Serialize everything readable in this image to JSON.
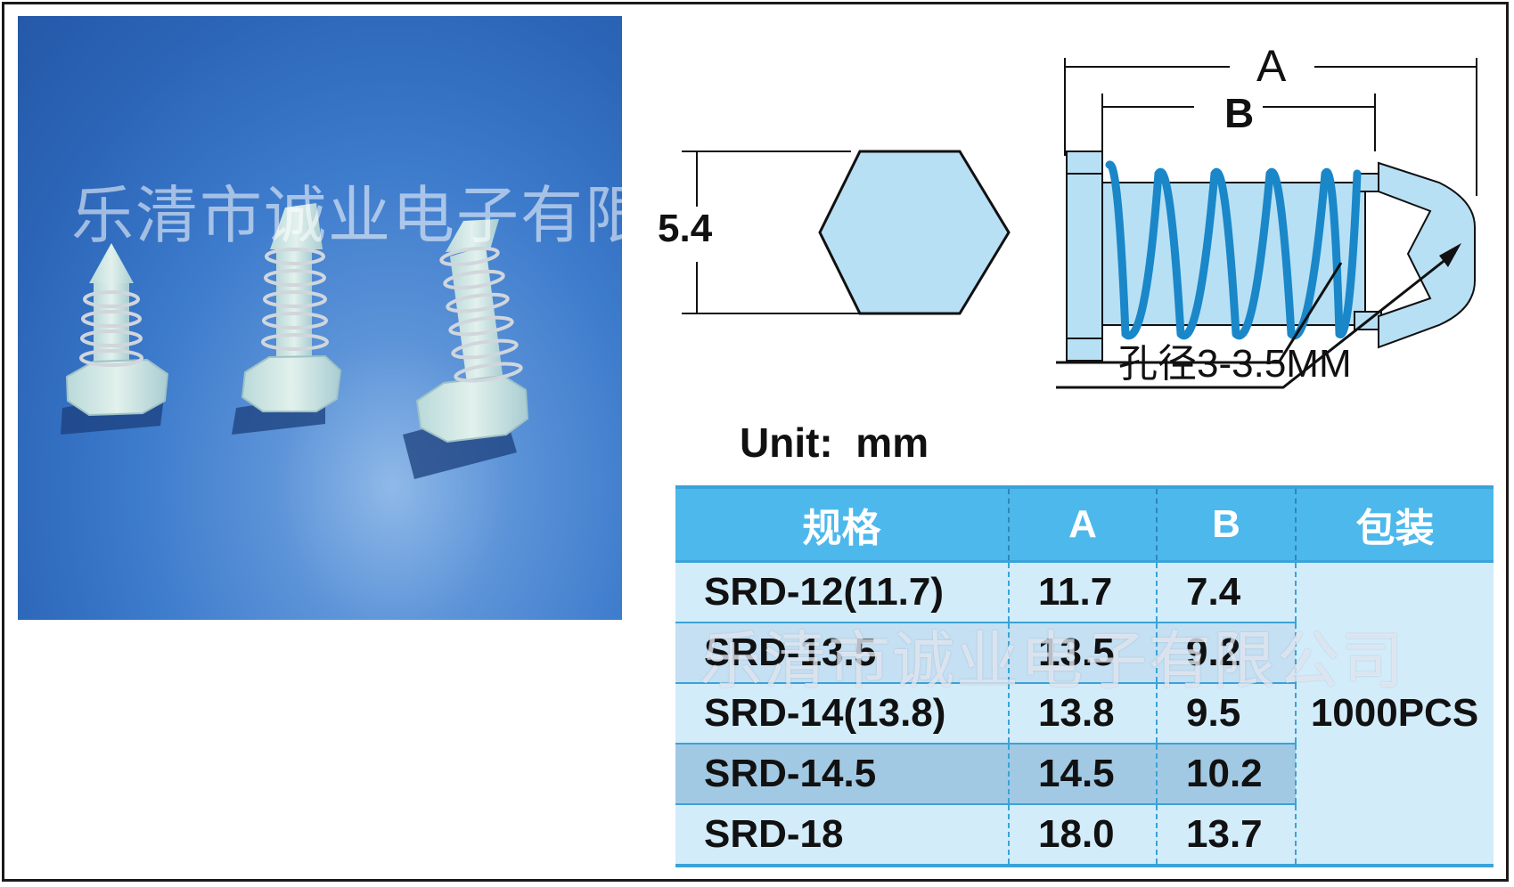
{
  "watermark": "乐清市诚业电子有限公司",
  "dimensions": {
    "hex_size": "5.4",
    "a_label": "A",
    "b_label": "B",
    "hole": "孔径3-3.5MM"
  },
  "unit_text": "Unit:  mm",
  "table": {
    "headers": [
      "规格",
      "A",
      "B",
      "包装"
    ],
    "rows": [
      {
        "model": "SRD-12(11.7)",
        "a": "11.7",
        "b": "7.4"
      },
      {
        "model": "SRD-13.5",
        "a": "13.5",
        "b": "9.2"
      },
      {
        "model": "SRD-14(13.8)",
        "a": "13.8",
        "b": "9.5"
      },
      {
        "model": "SRD-14.5",
        "a": "14.5",
        "b": "10.2"
      },
      {
        "model": "SRD-18",
        "a": "18.0",
        "b": "13.7"
      }
    ],
    "packaging": "1000PCS"
  },
  "colors": {
    "header_blue": "#4db8ec",
    "cell_light": "#d3ecfa",
    "spring_blue": "#1a87c9",
    "part_fill": "#b8e0f4"
  }
}
